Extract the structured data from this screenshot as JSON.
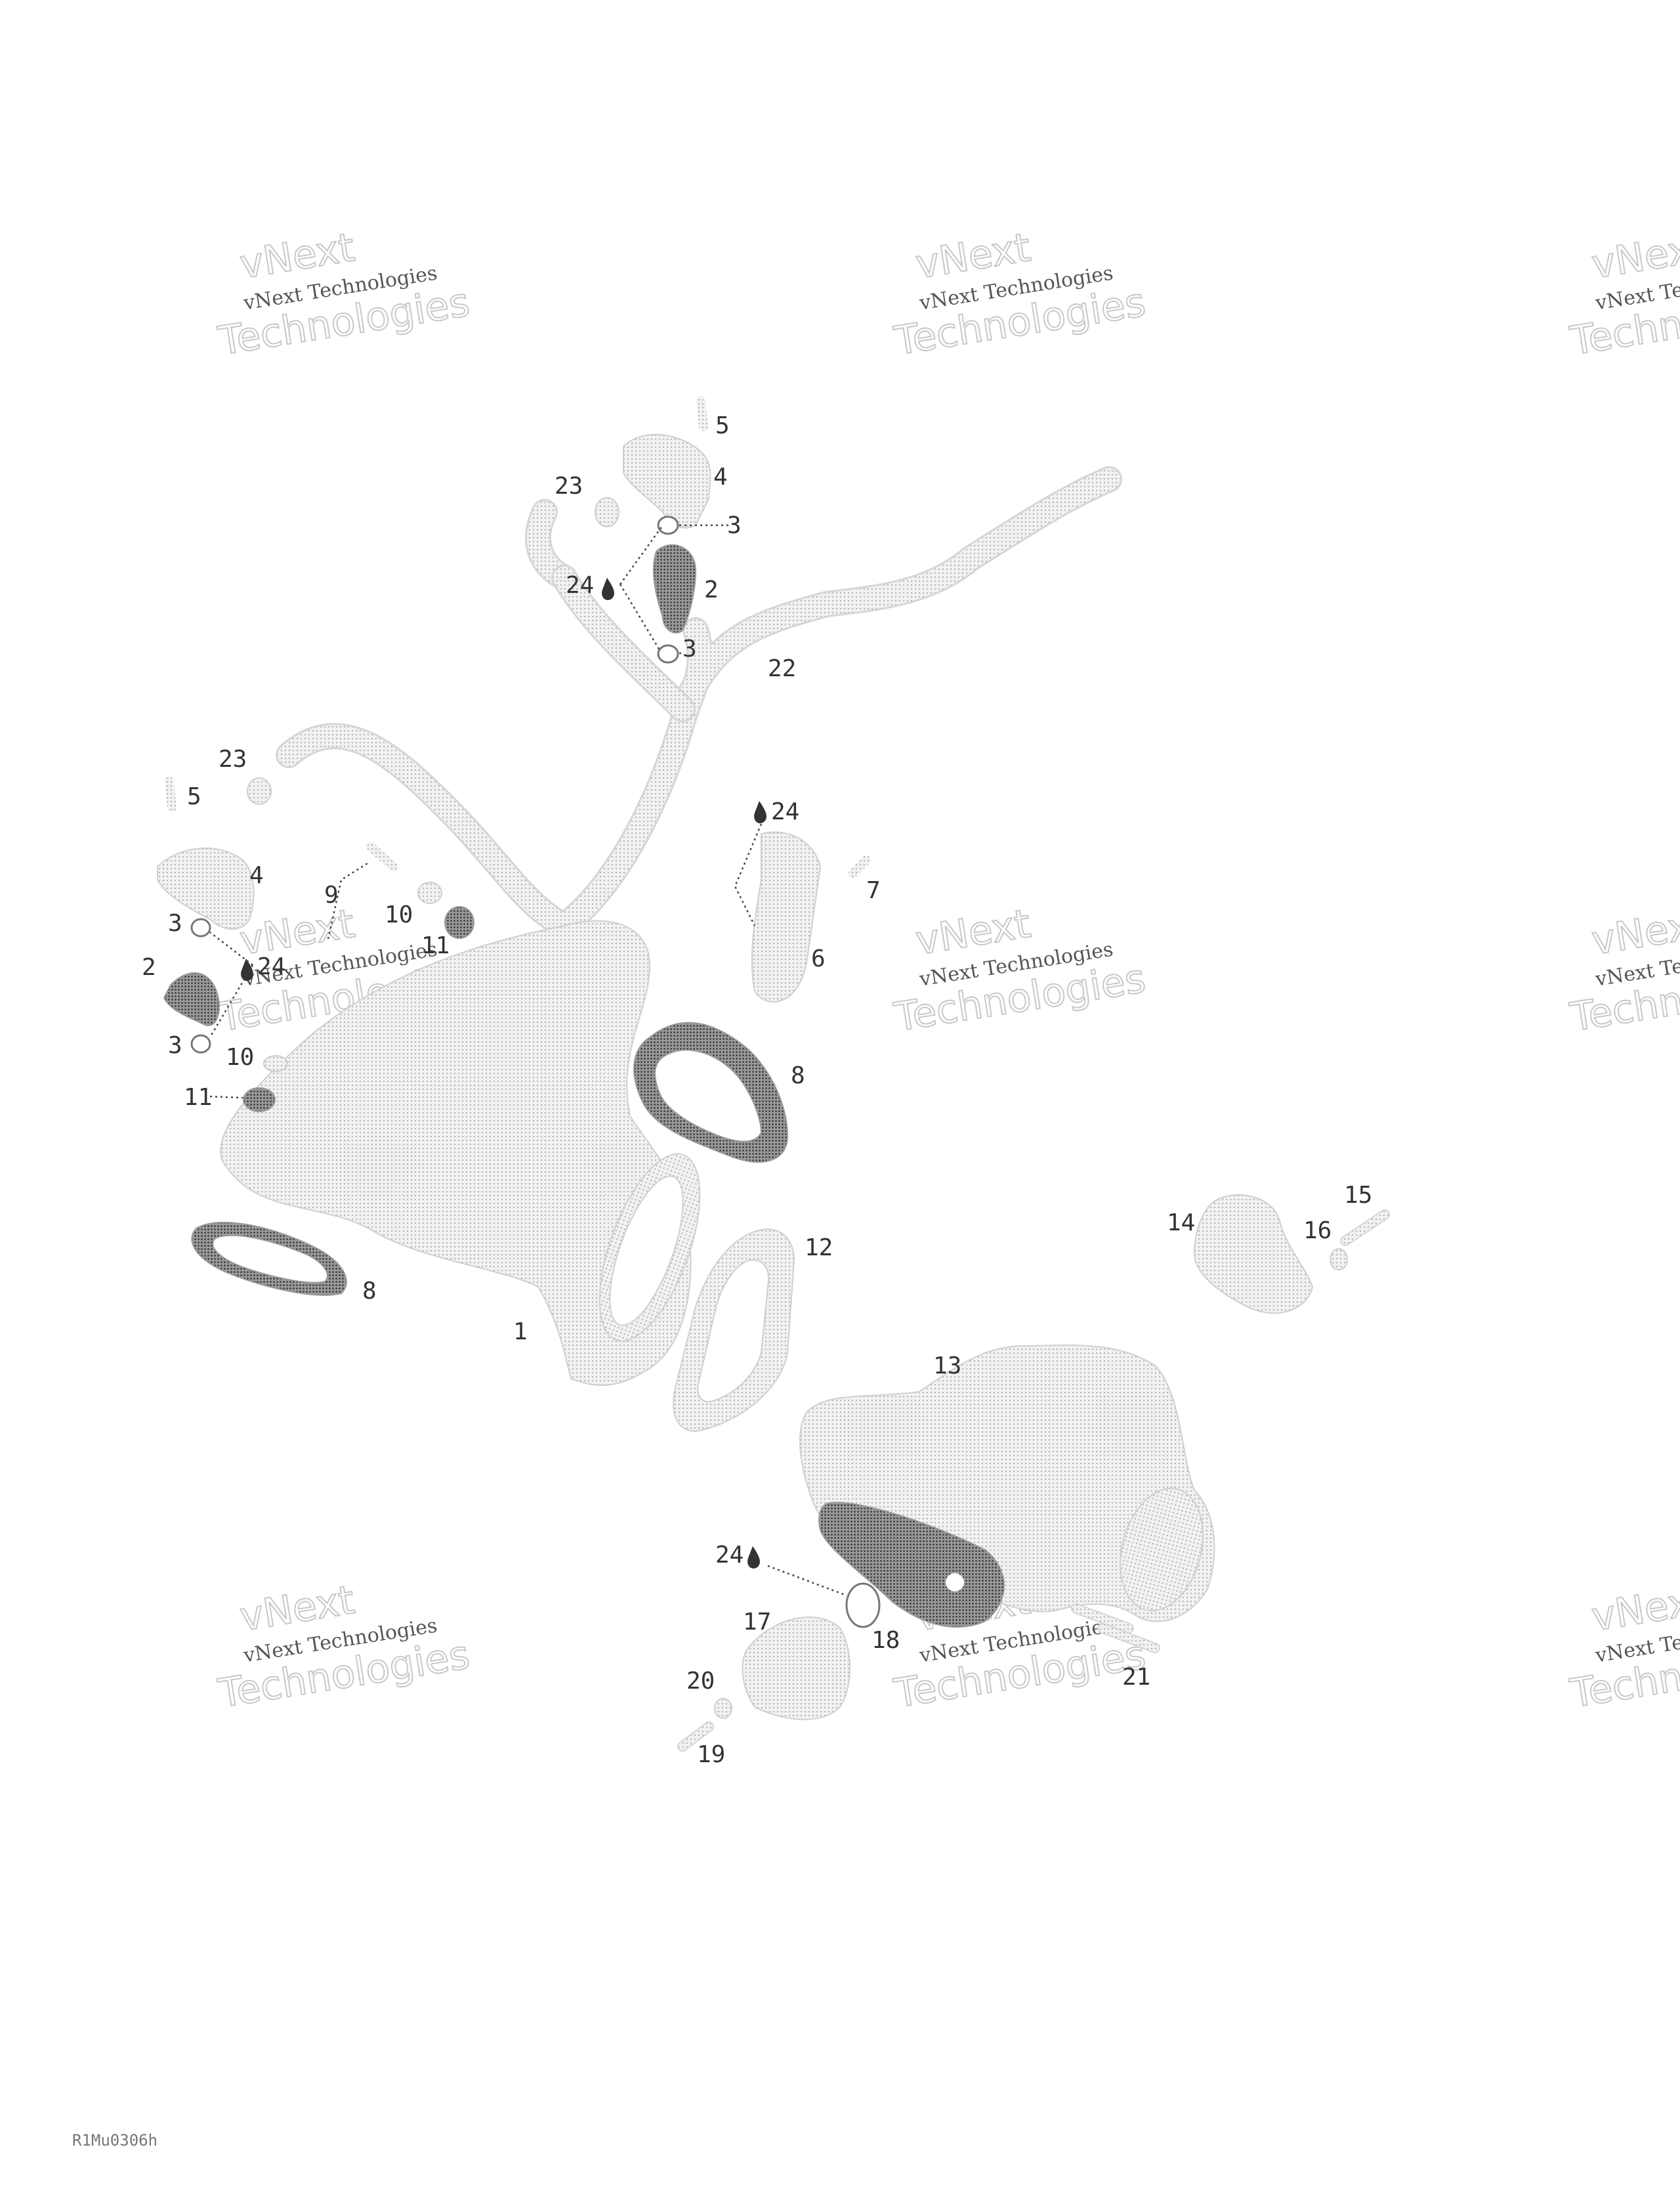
{
  "watermark": {
    "line1": "vNext Technologies",
    "line2a": "vNext",
    "line2b": "Technologies"
  },
  "drawing_code": "R1Mu0306h",
  "callouts": [
    {
      "id": "c1",
      "label": "1"
    },
    {
      "id": "c2a",
      "label": "2"
    },
    {
      "id": "c2b",
      "label": "2"
    },
    {
      "id": "c3a",
      "label": "3"
    },
    {
      "id": "c3b",
      "label": "3"
    },
    {
      "id": "c3c",
      "label": "3"
    },
    {
      "id": "c3d",
      "label": "3"
    },
    {
      "id": "c4a",
      "label": "4"
    },
    {
      "id": "c4b",
      "label": "4"
    },
    {
      "id": "c5a",
      "label": "5"
    },
    {
      "id": "c5b",
      "label": "5"
    },
    {
      "id": "c6",
      "label": "6"
    },
    {
      "id": "c7",
      "label": "7"
    },
    {
      "id": "c8a",
      "label": "8"
    },
    {
      "id": "c8b",
      "label": "8"
    },
    {
      "id": "c9",
      "label": "9"
    },
    {
      "id": "c10a",
      "label": "10"
    },
    {
      "id": "c10b",
      "label": "10"
    },
    {
      "id": "c11a",
      "label": "11"
    },
    {
      "id": "c11b",
      "label": "11"
    },
    {
      "id": "c12",
      "label": "12"
    },
    {
      "id": "c13",
      "label": "13"
    },
    {
      "id": "c14",
      "label": "14"
    },
    {
      "id": "c15",
      "label": "15"
    },
    {
      "id": "c16",
      "label": "16"
    },
    {
      "id": "c17",
      "label": "17"
    },
    {
      "id": "c18",
      "label": "18"
    },
    {
      "id": "c19",
      "label": "19"
    },
    {
      "id": "c20",
      "label": "20"
    },
    {
      "id": "c21",
      "label": "21"
    },
    {
      "id": "c22",
      "label": "22"
    },
    {
      "id": "c23a",
      "label": "23"
    },
    {
      "id": "c23b",
      "label": "23"
    },
    {
      "id": "c24a",
      "label": "24"
    },
    {
      "id": "c24b",
      "label": "24"
    },
    {
      "id": "c24c",
      "label": "24"
    },
    {
      "id": "c24d",
      "label": "24"
    }
  ]
}
